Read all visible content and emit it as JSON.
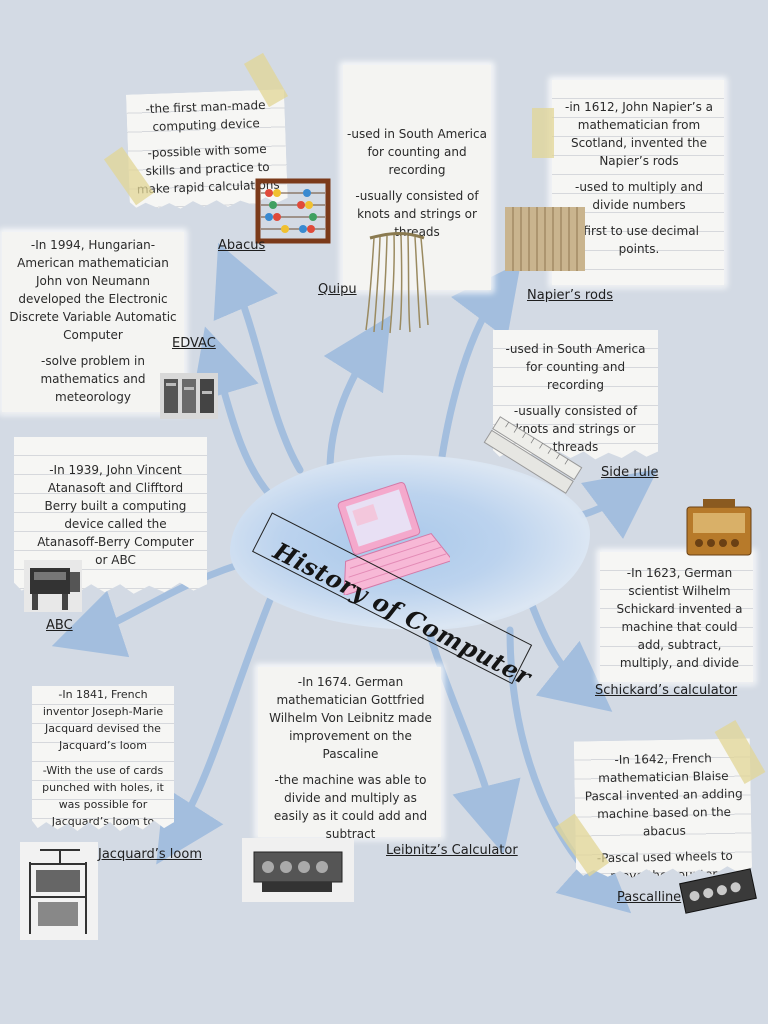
{
  "title": "History of Computer",
  "nodes": {
    "abacus": {
      "label": "Abacus",
      "lines": [
        "-the first man-made computing device",
        "-possible with some skills and practice to make rapid calculations"
      ]
    },
    "quipu": {
      "label": "Quipu",
      "lines": [
        "-used in South America for counting and recording",
        "-usually consisted of knots and strings or threads"
      ]
    },
    "napier": {
      "label": "Napier’s rods",
      "lines": [
        "-in 1612, John Napier’s a mathematician from Scotland, invented the Napier’s rods",
        "-used to multiply and divide numbers",
        "-first to use decimal points."
      ]
    },
    "edvac": {
      "label": "EDVAC",
      "lines": [
        "-In 1994, Hungarian-American mathematician John von Neumann developed the Electronic Discrete Variable Automatic Computer",
        "-solve problem in mathematics and meteorology"
      ]
    },
    "slide": {
      "label": "Side rule",
      "lines": [
        "-used in South America for counting and recording",
        "-usually consisted of knots and strings or threads"
      ]
    },
    "abc": {
      "label": "ABC",
      "lines": [
        "-In 1939, John Vincent Atanasoft and Clifftord Berry built a computing device called the Atanasoff-Berry Computer or ABC"
      ]
    },
    "schickard": {
      "label": "Schickard’s calculator",
      "lines": [
        "-In 1623, German scientist Wilhelm Schickard invented a machine that could add, subtract, multiply, and divide"
      ]
    },
    "jacquard": {
      "label": "Jacquard’s loom",
      "lines": [
        "-In 1841, French inventor Joseph-Marie Jacquard devised the Jacquard’s loom",
        "-With the use of cards punched with holes, it was possible for Jacquard’s loom to weave fabrics in a variety of patterns"
      ]
    },
    "leibnitz": {
      "label": "Leibnitz’s Calculator",
      "lines": [
        "-In 1674. German mathematician Gottfried Wilhelm Von Leibnitz made improvement on the Pascaline",
        "-the machine was able to divide and multiply as easily as it could add and subtract"
      ]
    },
    "pascal": {
      "label": "Pascalline",
      "lines": [
        "-In 1642, French mathematician Blaise Pascal invented an adding machine based on the abacus",
        "-Pascal used wheels to move the counter."
      ]
    }
  },
  "colors": {
    "background": "#d3dae4",
    "arrow": "#9ebbde",
    "cloud": "#a9c8ea"
  }
}
